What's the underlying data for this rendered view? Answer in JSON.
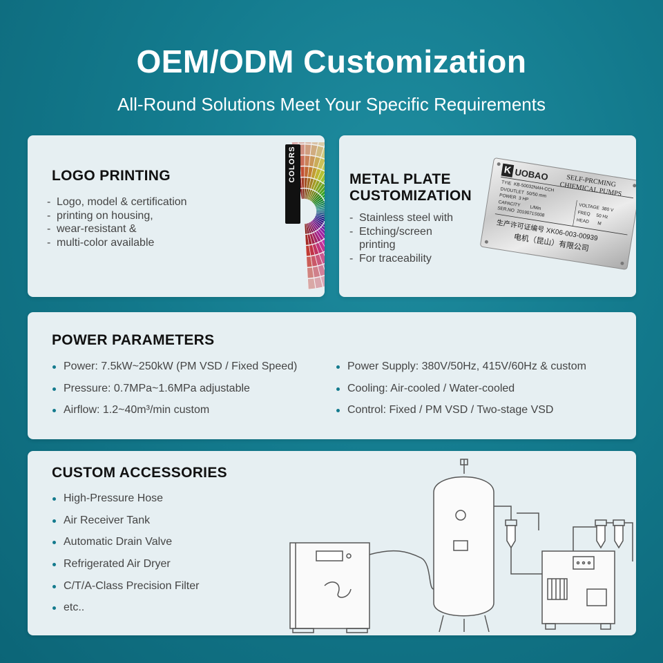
{
  "header": {
    "title": "OEM/ODM Customization",
    "subtitle": "All-Round Solutions Meet Your Specific Requirements"
  },
  "logo_printing": {
    "heading": "LOGO PRINTING",
    "items": [
      "Logo, model & certification",
      "printing on housing,",
      "wear-resistant &",
      "multi-color available"
    ],
    "swatch_label": "COLORS"
  },
  "metal_plate": {
    "heading_line1": "METAL PLATE",
    "heading_line2": "CUSTOMIZATION",
    "items": [
      "Stainless steel with",
      "Etching/screen",
      "printing",
      "For traceability"
    ],
    "item_dashes": [
      "-",
      "-",
      "",
      "-"
    ],
    "plate": {
      "brand": "UOBAO",
      "brand_letter": "K",
      "product_line1": "SELF-PRCMING",
      "product_line2": "CHIEMICAL PUMPS",
      "rows": [
        {
          "label": "TYIE",
          "value": "KB-50032NAH-CCH"
        },
        {
          "label": "DVOUTLET",
          "value": "50/50 mm"
        },
        {
          "label": "POWER",
          "value": "3   HP"
        },
        {
          "label": "CAPACITY",
          "value": "L/Min"
        },
        {
          "label": "SER.NO",
          "value": "2019071S008"
        }
      ],
      "right_rows": [
        {
          "label": "VOLTAGE",
          "value": "380 V"
        },
        {
          "label": "FREQ",
          "value": "50 Hz"
        },
        {
          "label": "HEAD",
          "value": "M"
        }
      ],
      "license": "生产许可证编号 XK06-003-00939",
      "company": "电机（昆山）有限公司"
    }
  },
  "power": {
    "heading": "POWER PARAMETERS",
    "left_items": [
      "Power: 7.5kW~250kW (PM VSD / Fixed Speed)",
      "Pressure: 0.7MPa~1.6MPa adjustable",
      "Airflow: 1.2~40m³/min custom"
    ],
    "right_items": [
      "Power Supply: 380V/50Hz, 415V/60Hz & custom",
      "Cooling: Air-cooled / Water-cooled",
      "Control: Fixed / PM VSD / Two-stage VSD"
    ]
  },
  "accessories": {
    "heading": "CUSTOM ACCESSORIES",
    "items": [
      "High-Pressure Hose",
      "Air Receiver Tank",
      "Automatic Drain Valve",
      "Refrigerated Air Dryer",
      "C/T/A-Class Precision Filter",
      "etc.."
    ]
  },
  "colors": {
    "accent": "#137a8d",
    "card": "#e6eff2"
  }
}
